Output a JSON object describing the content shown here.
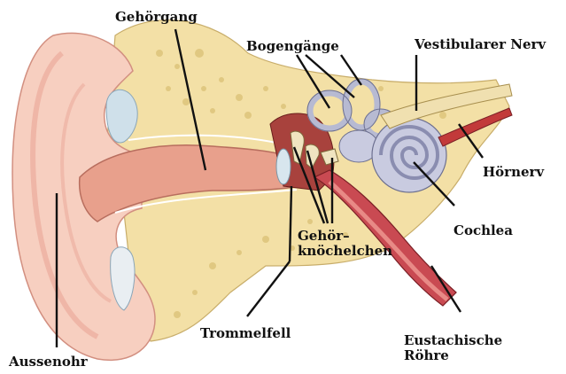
{
  "labels": {
    "gehoergang": "Gehörgang",
    "bogengaenge": "Bogengänge",
    "vestibularer_nerv": "Vestibularer Nerv",
    "hoernerv": "Hörnerv",
    "cochlea": "Cochlea",
    "gehoerknoechelchen_1": "Gehör–",
    "gehoerknoechelchen_2": "knöchelchen",
    "trommelfell": "Trommelfell",
    "eustachische_1": "Eustachische",
    "eustachische_2": "Röhre",
    "aussenohr": "Aussenohr"
  },
  "colors": {
    "skin": "#f7cfc0",
    "skin_dark": "#e9a596",
    "canal": "#e8a08c",
    "bone": "#f3e0a6",
    "bone_dark": "#d9bf72",
    "tube": "#c94a52",
    "tube_light": "#e88a86",
    "cochlea": "#c9cbe0",
    "nerve": "#f0e0b0",
    "line": "#111111"
  }
}
